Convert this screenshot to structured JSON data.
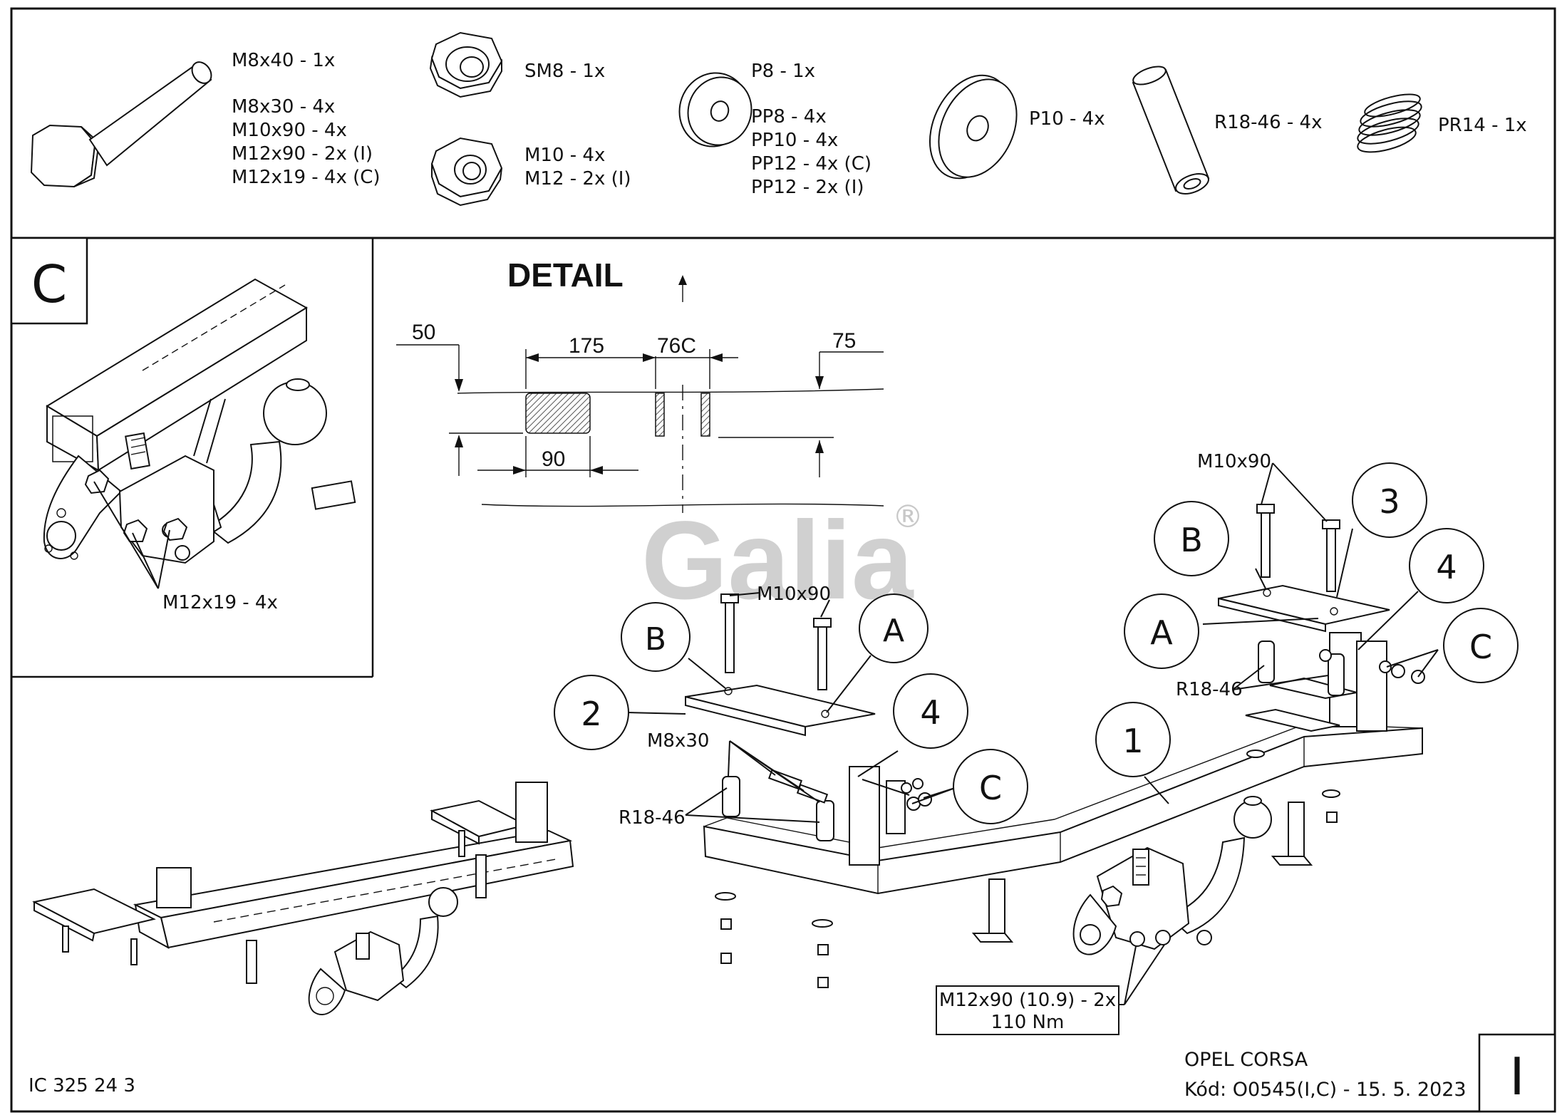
{
  "parts": {
    "bolt_a": "M8x40 - 1x",
    "bolt_b": "M8x30 - 4x",
    "bolt_c": "M10x90 - 4x",
    "bolt_d": "M12x90 - 2x (I)",
    "bolt_e": "M12x19 - 4x (C)",
    "nut_sm8": "SM8 - 1x",
    "nut_m10": "M10 - 4x",
    "nut_m12": "M12 - 2x (I)",
    "washer_p8": "P8 - 1x",
    "washer_pp8": "PP8 - 4x",
    "washer_pp10": "PP10 - 4x",
    "washer_pp12c": "PP12 - 4x (C)",
    "washer_pp12i": "PP12 - 2x (I)",
    "washer_p10": "P10 - 4x",
    "spacer": "R18-46 - 4x",
    "spring": "PR14 - 1x"
  },
  "panel_c": {
    "letter": "C",
    "bolt_label": "M12x19 - 4x"
  },
  "detail": {
    "title": "DETAIL",
    "dim_50": "50",
    "dim_175": "175",
    "dim_76c": "76C",
    "dim_75": "75",
    "dim_90": "90"
  },
  "watermark": {
    "text": "Galia",
    "mark": "®"
  },
  "labels": {
    "m10x90_left": "M10x90",
    "m10x90_right": "M10x90",
    "m8x30": "M8x30",
    "r1846_left": "R18-46",
    "r1846_right": "R18-46",
    "torque_bolt": "M12x90 (10.9) - 2x",
    "torque_value": "110 Nm"
  },
  "callouts": {
    "b_left": "B",
    "a_left": "A",
    "two": "2",
    "four_left": "4",
    "c_left": "C",
    "one": "1",
    "b_right": "B",
    "three": "3",
    "four_right": "4",
    "a_right": "A",
    "c_right": "C"
  },
  "footer": {
    "code": "IC 325 24 3",
    "vehicle": "OPEL CORSA",
    "kod": "Kód: O0545(I,C) - 15. 5. 2023",
    "variant": "I"
  }
}
